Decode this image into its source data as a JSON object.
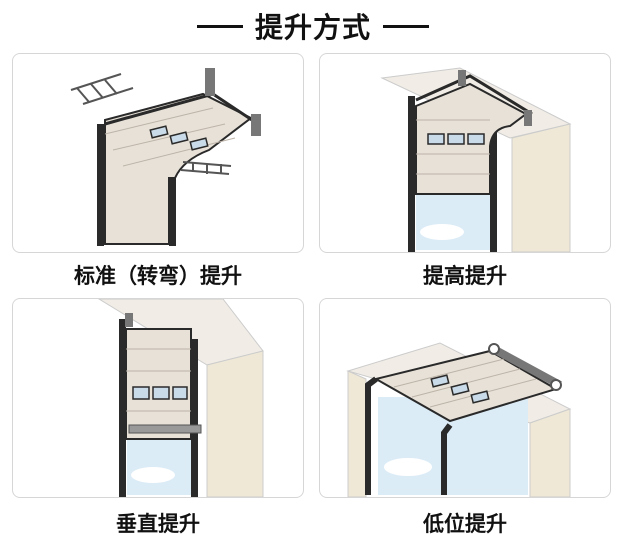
{
  "title": "提升方式",
  "panels": [
    {
      "label": "标准（转弯）提升"
    },
    {
      "label": "提高提升"
    },
    {
      "label": "垂直提升"
    },
    {
      "label": "低位提升"
    }
  ],
  "colors": {
    "door": "#e7e1d8",
    "door_line": "#bdb4a8",
    "wall": "#efe8d6",
    "sky": "#dcecf7",
    "window": "#c9dbe8",
    "frame": "#2a2a2a",
    "track": "#8a8a8a"
  }
}
